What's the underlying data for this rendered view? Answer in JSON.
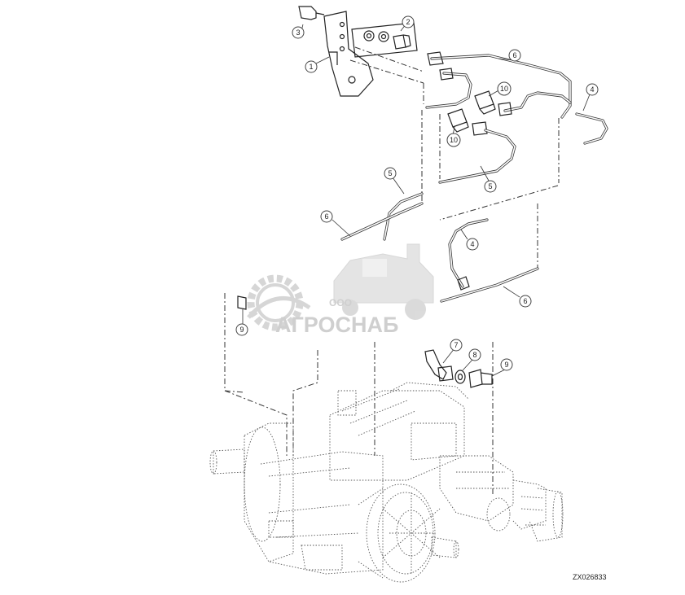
{
  "diagram": {
    "figure_code": "ZX026833",
    "watermark": {
      "prefix": "ООО",
      "name": "АГРОСНАБ"
    },
    "callouts": [
      {
        "id": "c1",
        "label": "1"
      },
      {
        "id": "c2",
        "label": "2"
      },
      {
        "id": "c3",
        "label": "3"
      },
      {
        "id": "c4a",
        "label": "4"
      },
      {
        "id": "c4b",
        "label": "4"
      },
      {
        "id": "c5a",
        "label": "5"
      },
      {
        "id": "c5b",
        "label": "5"
      },
      {
        "id": "c6a",
        "label": "6"
      },
      {
        "id": "c6b",
        "label": "6"
      },
      {
        "id": "c6c",
        "label": "6"
      },
      {
        "id": "c7",
        "label": "7"
      },
      {
        "id": "c8",
        "label": "8"
      },
      {
        "id": "c9a",
        "label": "9"
      },
      {
        "id": "c9b",
        "label": "9"
      },
      {
        "id": "c10a",
        "label": "10"
      },
      {
        "id": "c10b",
        "label": "10"
      }
    ]
  }
}
